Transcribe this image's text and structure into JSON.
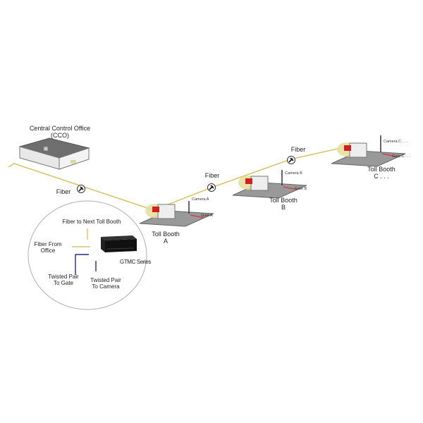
{
  "cco": {
    "line1": "Central Control Office",
    "line2": "(CCO)"
  },
  "fiber_labels": [
    "Fiber",
    "Fiber",
    "Fiber"
  ],
  "booths": [
    {
      "line1": "Toll Booth",
      "line2": "A",
      "camera": "Camera A",
      "gate": "Gate A"
    },
    {
      "line1": "Toll Booth",
      "line2": "B",
      "camera": "Camera B",
      "gate": "Gate B"
    },
    {
      "line1": "Toll Booth",
      "line2": "C . . .",
      "camera": "Camera C . . .",
      "gate": "Gate C . . ."
    }
  ],
  "detail": {
    "fiber_next": "Fiber to Next Toll Booth",
    "fiber_from_1": "Fiber From",
    "fiber_from_2": "Office",
    "device": "GTMC Series",
    "tp_gate_1": "Twisted Pair",
    "tp_gate_2": "To Gate",
    "tp_cam_1": "Twisted Pair",
    "tp_cam_2": "To Camera"
  },
  "colors": {
    "fiber": "#d9c46a",
    "twisted_pair": "#2a2a7a",
    "device": "#111111",
    "highlight": "#e8e0a0",
    "switch_red": "#d02020"
  }
}
